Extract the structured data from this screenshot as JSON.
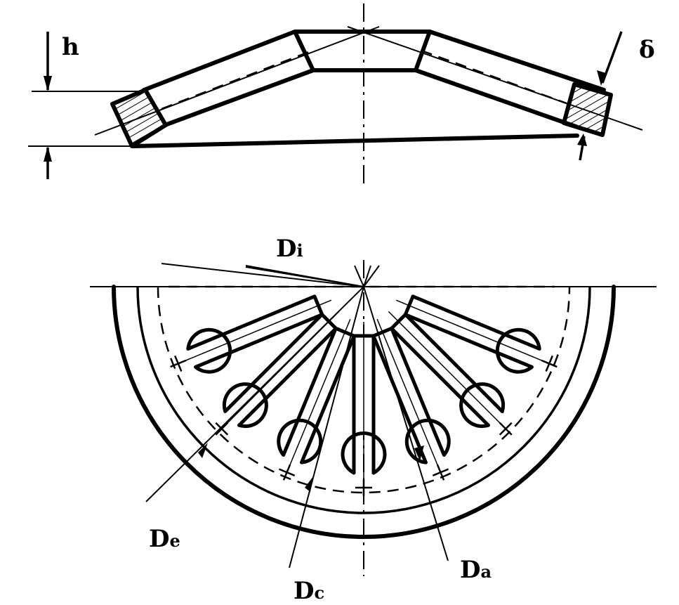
{
  "labels": {
    "height": "h",
    "thickness": "δ",
    "inner_diameter": {
      "main": "D",
      "sub": "i"
    },
    "outer_diameter": {
      "main": "D",
      "sub": "e"
    },
    "center_diameter": {
      "main": "D",
      "sub": "c"
    },
    "a_diameter": {
      "main": "D",
      "sub": "a"
    }
  },
  "finger_count": 7
}
